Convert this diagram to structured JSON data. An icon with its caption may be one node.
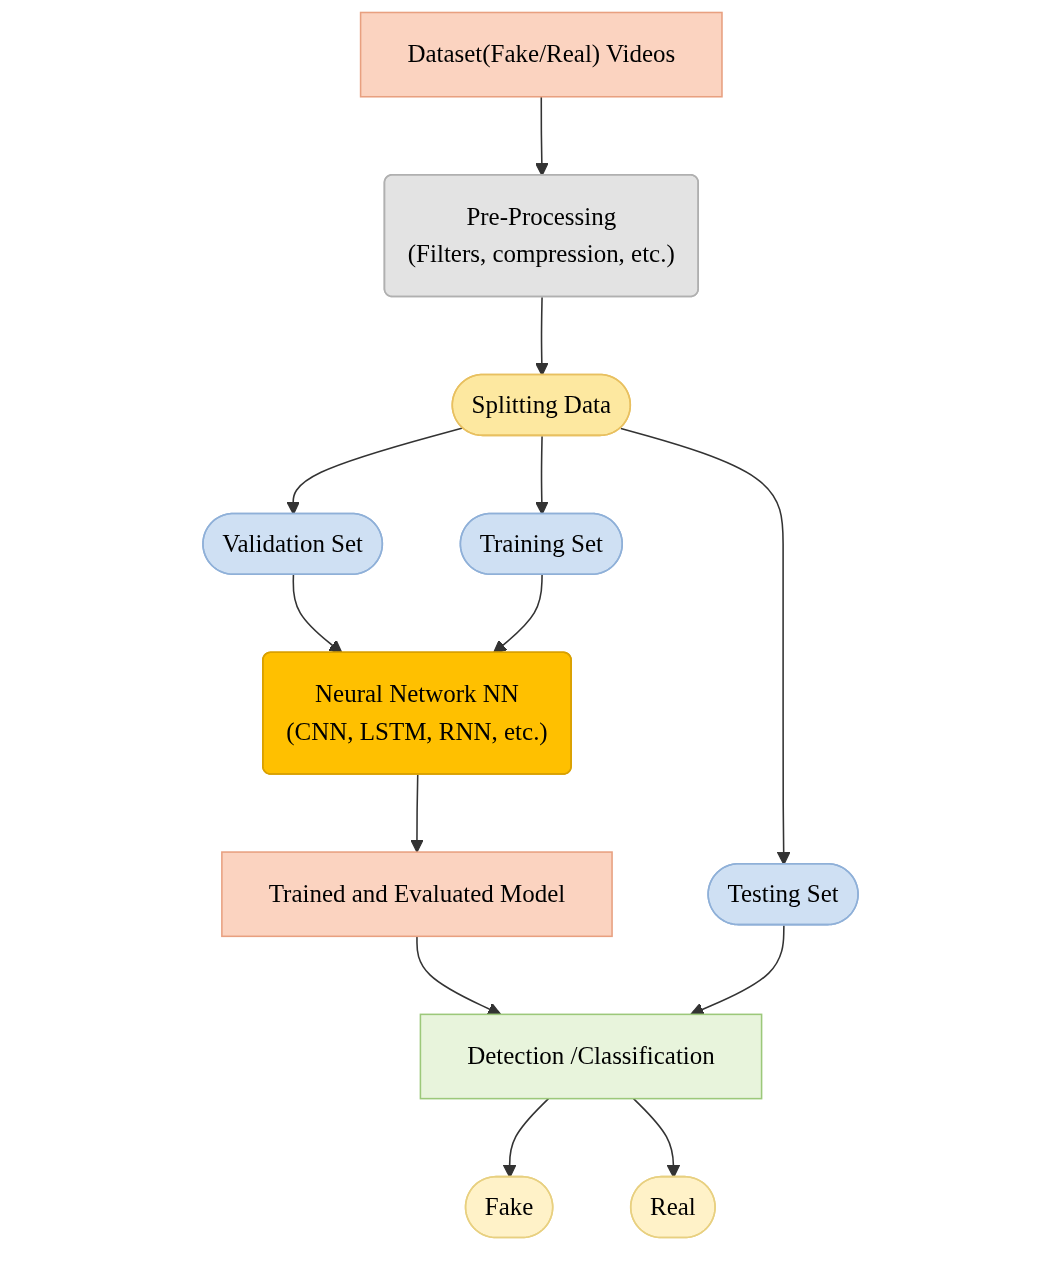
{
  "diagram": {
    "nodes": [
      {
        "text": [
          "Dataset(Fake/Real) Videos"
        ]
      },
      {
        "text": [
          "Pre-Processing",
          "(Filters, compression, etc.)"
        ]
      },
      {
        "text": [
          "Splitting Data"
        ]
      },
      {
        "text": [
          "Testing Set"
        ]
      },
      {
        "text": [
          "Validation Set"
        ]
      },
      {
        "text": [
          "Training Set"
        ]
      },
      {
        "text": [
          "Neural Network NN",
          "(CNN, LSTM, RNN, etc.)"
        ]
      },
      {
        "text": [
          "Trained and Evaluated Model"
        ]
      },
      {
        "text": [
          "Detection /Classification"
        ]
      },
      {
        "text": [
          "Fake"
        ]
      },
      {
        "text": [
          "Real"
        ]
      }
    ],
    "edges": [
      {
        "from": 0,
        "to": 1,
        "arrow": "to"
      },
      {
        "from": 1,
        "to": 2,
        "arrow": "to"
      },
      {
        "from": 2,
        "to": 3,
        "arrow": "to"
      },
      {
        "from": 2,
        "to": 4,
        "arrow": "to"
      },
      {
        "from": 2,
        "to": 5,
        "arrow": "to"
      },
      {
        "from": 4,
        "to": 6,
        "arrow": "to"
      },
      {
        "from": 5,
        "to": 6,
        "arrow": "to"
      },
      {
        "from": 6,
        "to": 7,
        "arrow": "to"
      },
      {
        "from": 7,
        "to": 8,
        "arrow": "to"
      },
      {
        "from": 3,
        "to": 8,
        "arrow": "to"
      },
      {
        "from": 8,
        "to": 9,
        "arrow": "to"
      },
      {
        "from": 8,
        "to": 10,
        "arrow": "to"
      }
    ]
  }
}
